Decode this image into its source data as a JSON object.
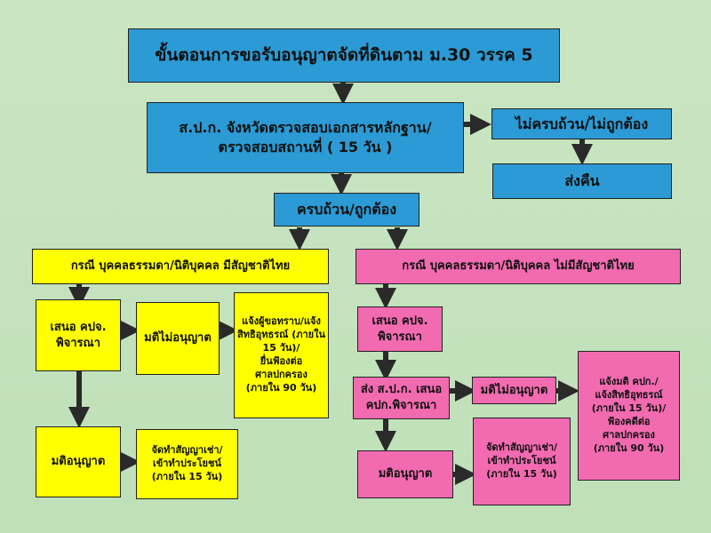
{
  "title": "ขั้นตอนการขอรับอนุญาตจัดที่ดินตาม ม.30 วรรค 5",
  "review_step": "ส.ป.ก. จังหวัดตรวจสอบเอกสารหลักฐาน/\nตรวจสอบสถานที่ ( 15 วัน )",
  "incomplete": "ไม่ครบถ้วน/ไม่ถูกต้อง",
  "return_docs": "ส่งคืน",
  "complete": "ครบถ้วน/ถูกต้อง",
  "thai": {
    "header": "กรณี บุคคลธรรมดา/นิติบุคคล มีสัญชาติไทย",
    "propose": "เสนอ คปจ.\nพิจารณา",
    "deny": "มติไม่อนุญาต",
    "deny_notice": "แจ้งผู้ขอทราบ/แจ้ง\nสิทธิอุทธรณ์ (ภายใน\n15 วัน)/\nยื่นฟ้องต่อ\nศาลปกครอง\n(ภายใน 90 วัน)",
    "approve": "มติอนุญาต",
    "approve_next": "จัดทำสัญญาเช่า/\nเข้าทำประโยชน์\n(ภายใน 15 วัน)"
  },
  "foreign": {
    "header": "กรณี บุคคลธรรมดา/นิติบุคคล ไม่มีสัญชาติไทย",
    "propose": "เสนอ คปจ.\nพิจารณา",
    "forward": "ส่ง ส.ป.ก. เสนอ\nคปก.พิจารณา",
    "deny": "มติไม่อนุญาต",
    "deny_notice": "แจ้งมติ คปก./\nแจ้งสิทธิอุทธรณ์\n(ภายใน 15 วัน)/\nฟ้องคดีต่อ\nศาลปกครอง\n(ภายใน 90 วัน)",
    "approve": "มติอนุญาต",
    "approve_next": "จัดทำสัญญาเช่า/\nเข้าทำประโยชน์\n(ภายใน 15 วัน)"
  },
  "colors": {
    "background": "#c3e2bd",
    "blue_box": "#2c9ad4",
    "yellow_box": "#ffff00",
    "pink_box": "#f26bb0",
    "arrow": "#2a2a2a"
  }
}
